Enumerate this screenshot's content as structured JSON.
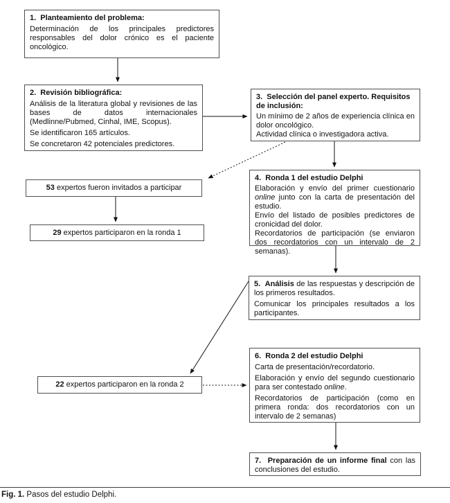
{
  "colors": {
    "background": "#ffffff",
    "box_border": "#4f4f4f",
    "arrow": "#111111",
    "text": "#121212"
  },
  "steps": {
    "s1": {
      "header": "1.  Planteamiento del problema:",
      "p1": "Determinación de los principales predictores responsables del dolor crónico es el paciente oncológico."
    },
    "s2": {
      "header": "2.  Revisión bibliográfica:",
      "p1": "Análisis de la literatura global y revisiones de las bases de datos internacionales (Medlinne/Pubmed, Cinhal, IME, Scopus).",
      "p2": "Se identificaron 165 artículos.",
      "p3": "Se concretaron 42 potenciales predictores."
    },
    "s3": {
      "header": "3.  Selección del panel experto. Requisitos de inclusión:",
      "p1": "Un mínimo de 2 años de experiencia clínica en dolor oncológico.",
      "p2": "Actividad clínica o investigadora activa."
    },
    "s4": {
      "header": "4.  Ronda 1 del estudio Delphi",
      "p1a": "Elaboración y envío del primer cuestionario ",
      "p1i": "online",
      "p1b": " junto con la carta de presentación del estudio.",
      "p2": "Envío del listado de posibles predictores de cronicidad del dolor.",
      "p3": "Recordatorios de participación (se enviaron dos recordatorios con un intervalo de 2 semanas)."
    },
    "s5": {
      "lead": "5.  Análisis",
      "rest": " de las respuestas y descripción de los primeros resultados.",
      "p2": "Comunicar los principales resultados a los participantes."
    },
    "s6": {
      "header": "6.  Ronda 2 del estudio Delphi",
      "p1": "Carta de presentación/recordatorio.",
      "p2a": "Elaboración y envío del segundo cuestionario para ser contestado ",
      "p2i": "online",
      "p2b": ".",
      "p3": "Recordatorios de participación (como en primera ronda: dos recordatorios con un intervalo de 2 semanas)"
    },
    "s7": {
      "lead": "7.  Preparación de un informe final",
      "rest": " con las conclusiones del estudio."
    }
  },
  "counts": {
    "invited": {
      "value": "53",
      "text": " expertos fueron invitados a participar"
    },
    "round1": {
      "value": "29",
      "text": " expertos participaron en la ronda 1"
    },
    "round2": {
      "value": "22",
      "text": " expertos participaron en la ronda 2"
    }
  },
  "caption": {
    "label": "Fig. 1.",
    "text": " Pasos del estudio Delphi."
  }
}
